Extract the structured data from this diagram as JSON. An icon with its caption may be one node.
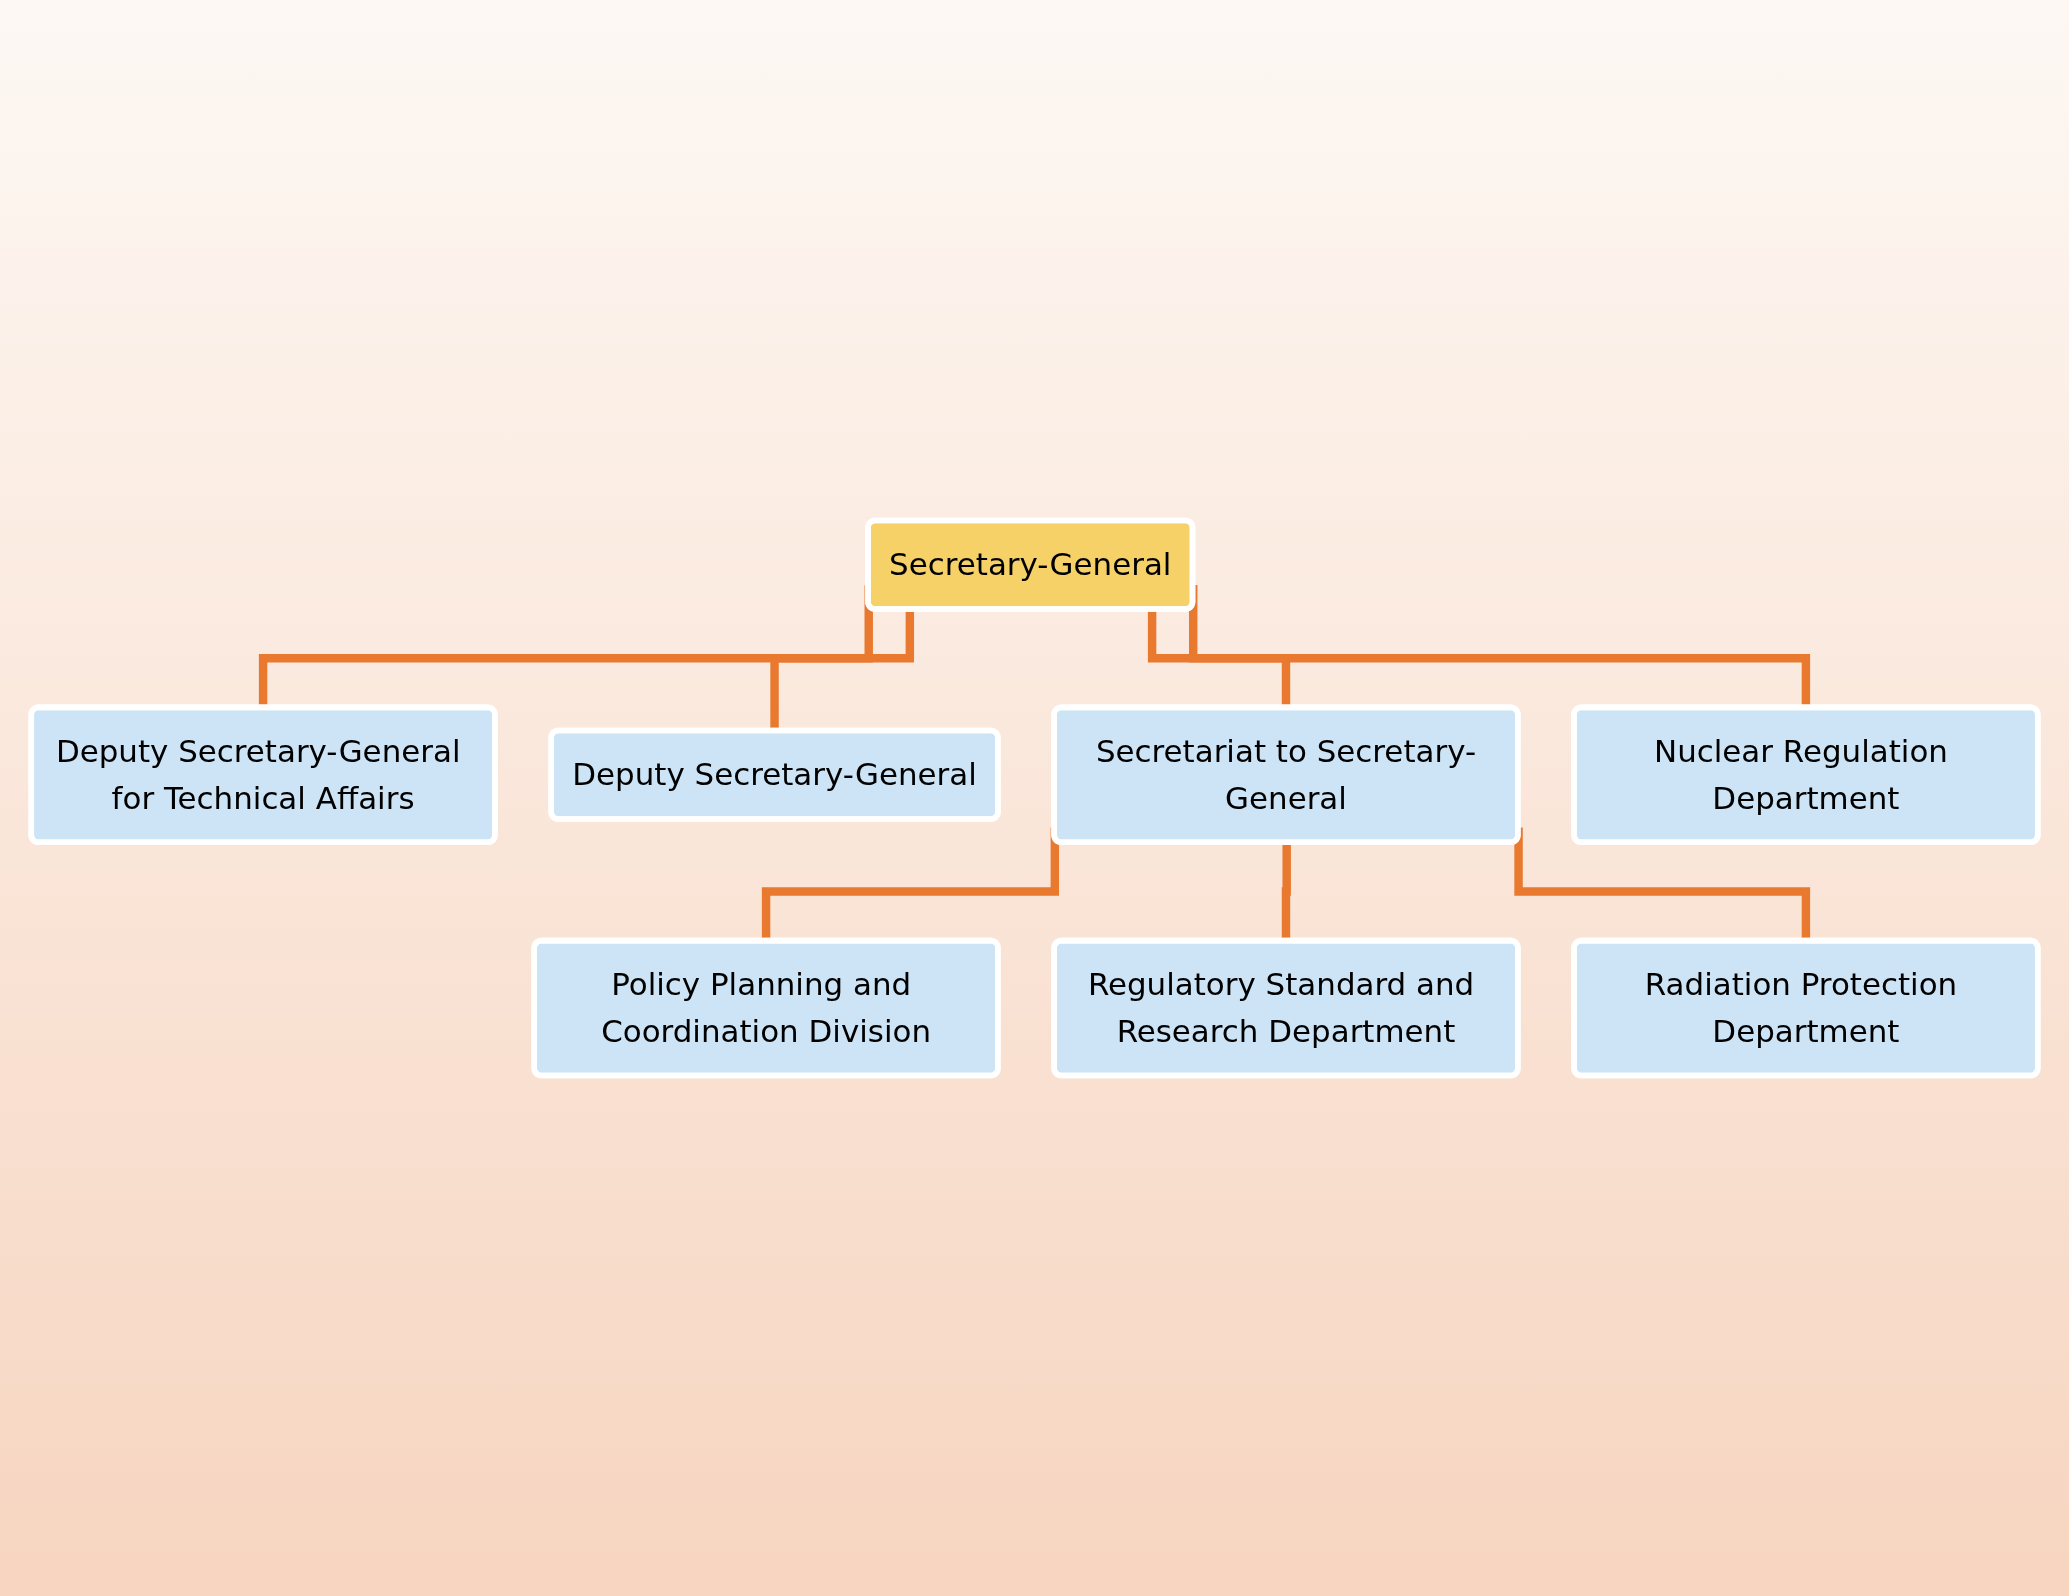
{
  "diagram": {
    "nodes": [
      {
        "text": [
          "Secretary-General"
        ]
      },
      {
        "text": [
          "Deputy Secretary-General for Technical Affairs"
        ]
      },
      {
        "text": [
          "Deputy Secretary-General"
        ]
      },
      {
        "text": [
          "Secretariat to Secretary-General"
        ]
      },
      {
        "text": [
          "Policy Planning and Coordination Division"
        ]
      },
      {
        "text": [
          "Regulatory Standard and Research Department"
        ]
      },
      {
        "text": [
          "Radiation Protection Department"
        ]
      },
      {
        "text": [
          "Nuclear Regulation Department"
        ]
      }
    ],
    "edges": [
      {
        "from": 0,
        "to": 1,
        "arrow": "none"
      },
      {
        "from": 0,
        "to": 2,
        "arrow": "none"
      },
      {
        "from": 0,
        "to": 3,
        "arrow": "none"
      },
      {
        "from": 3,
        "to": 4,
        "arrow": "none"
      },
      {
        "from": 3,
        "to": 5,
        "arrow": "none"
      },
      {
        "from": 3,
        "to": 6,
        "arrow": "none"
      },
      {
        "from": 0,
        "to": 7,
        "arrow": "none"
      }
    ]
  }
}
